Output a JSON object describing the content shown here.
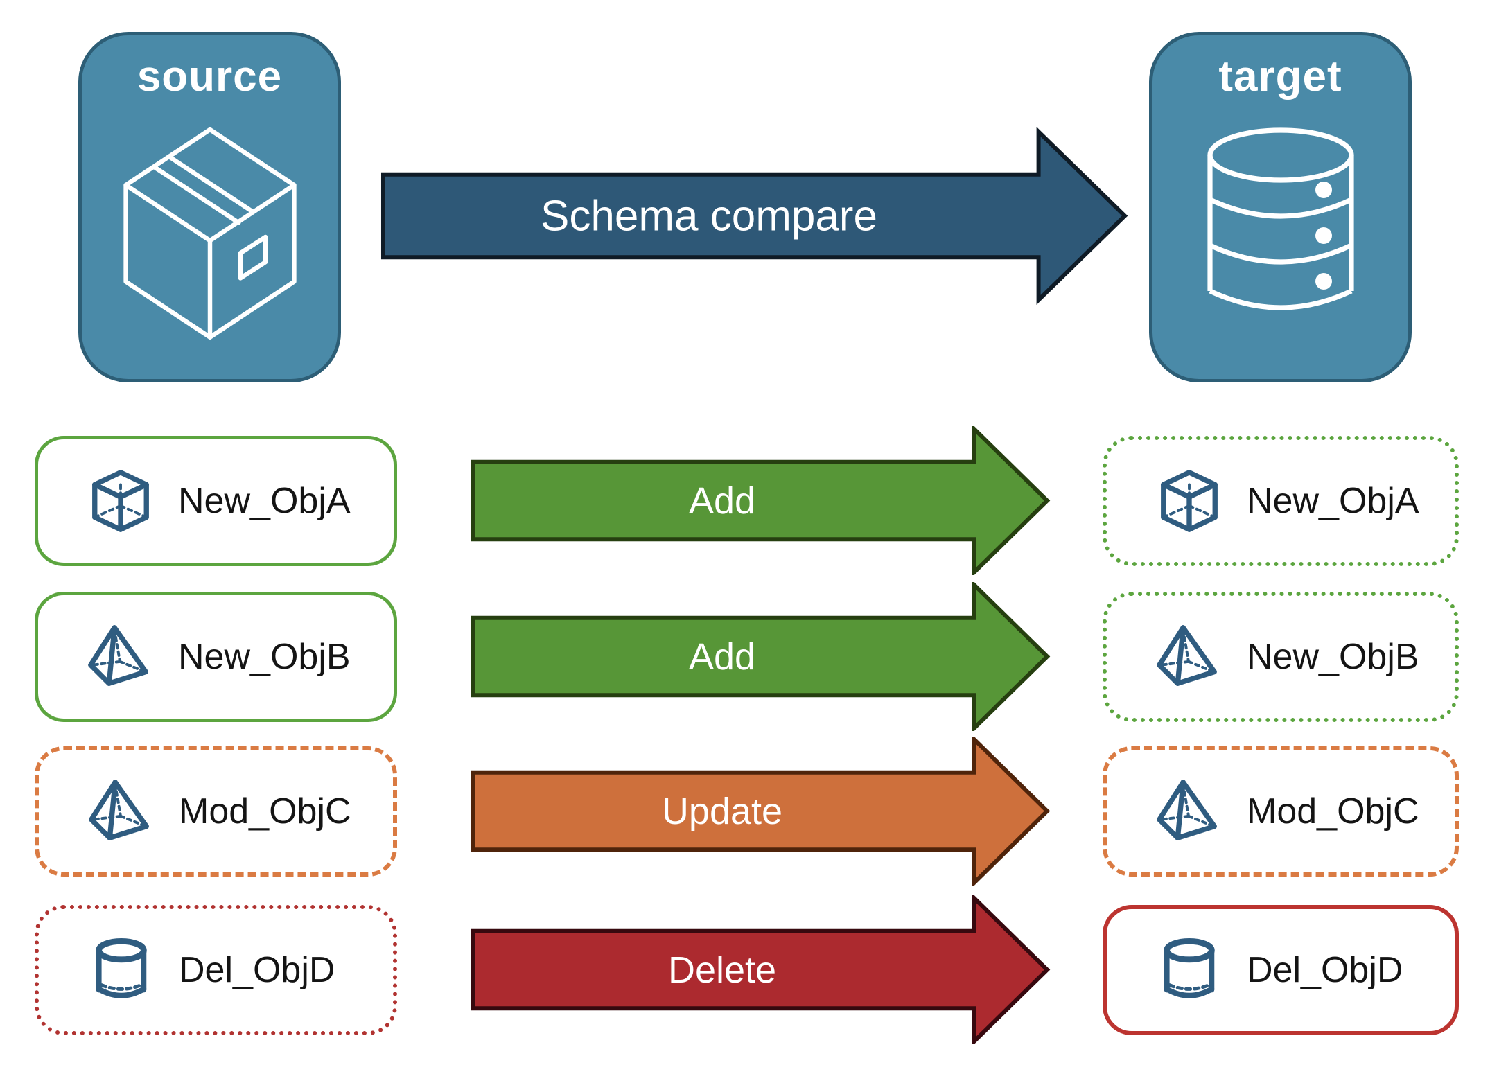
{
  "source_panel": {
    "title": "source",
    "icon": "package-box-icon"
  },
  "target_panel": {
    "title": "target",
    "icon": "database-icon"
  },
  "schema_arrow": {
    "label": "Schema compare",
    "fill": "#2E5877"
  },
  "rows": [
    {
      "left": {
        "label": "New_ObjA",
        "icon": "cube-icon",
        "border": "solid-green"
      },
      "arrow": {
        "label": "Add",
        "color": "#579637"
      },
      "right": {
        "label": "New_ObjA",
        "icon": "cube-icon",
        "border": "dotted-green"
      }
    },
    {
      "left": {
        "label": "New_ObjB",
        "icon": "pyramid-icon",
        "border": "solid-green"
      },
      "arrow": {
        "label": "Add",
        "color": "#579637"
      },
      "right": {
        "label": "New_ObjB",
        "icon": "pyramid-icon",
        "border": "dotted-green"
      }
    },
    {
      "left": {
        "label": "Mod_ObjC",
        "icon": "pyramid-icon",
        "border": "dashed-orange"
      },
      "arrow": {
        "label": "Update",
        "color": "#CE703C"
      },
      "right": {
        "label": "Mod_ObjC",
        "icon": "pyramid-icon",
        "border": "dashed-orange"
      }
    },
    {
      "left": {
        "label": "Del_ObjD",
        "icon": "cylinder-icon",
        "border": "dotted-red"
      },
      "arrow": {
        "label": "Delete",
        "color": "#AC2A2F"
      },
      "right": {
        "label": "Del_ObjD",
        "icon": "cylinder-icon",
        "border": "solid-red"
      }
    }
  ],
  "colors": {
    "panel_blue": "#4A8AA8",
    "panel_border": "#2D5E76",
    "schema_arrow_blue": "#2E5877",
    "add_green": "#579637",
    "update_orange": "#CE703C",
    "delete_red": "#AC2A2F",
    "green_border": "#5CA53F",
    "orange_border": "#DA7B43",
    "red_border": "#BC3430",
    "object_icon_blue": "#2F5C80"
  }
}
